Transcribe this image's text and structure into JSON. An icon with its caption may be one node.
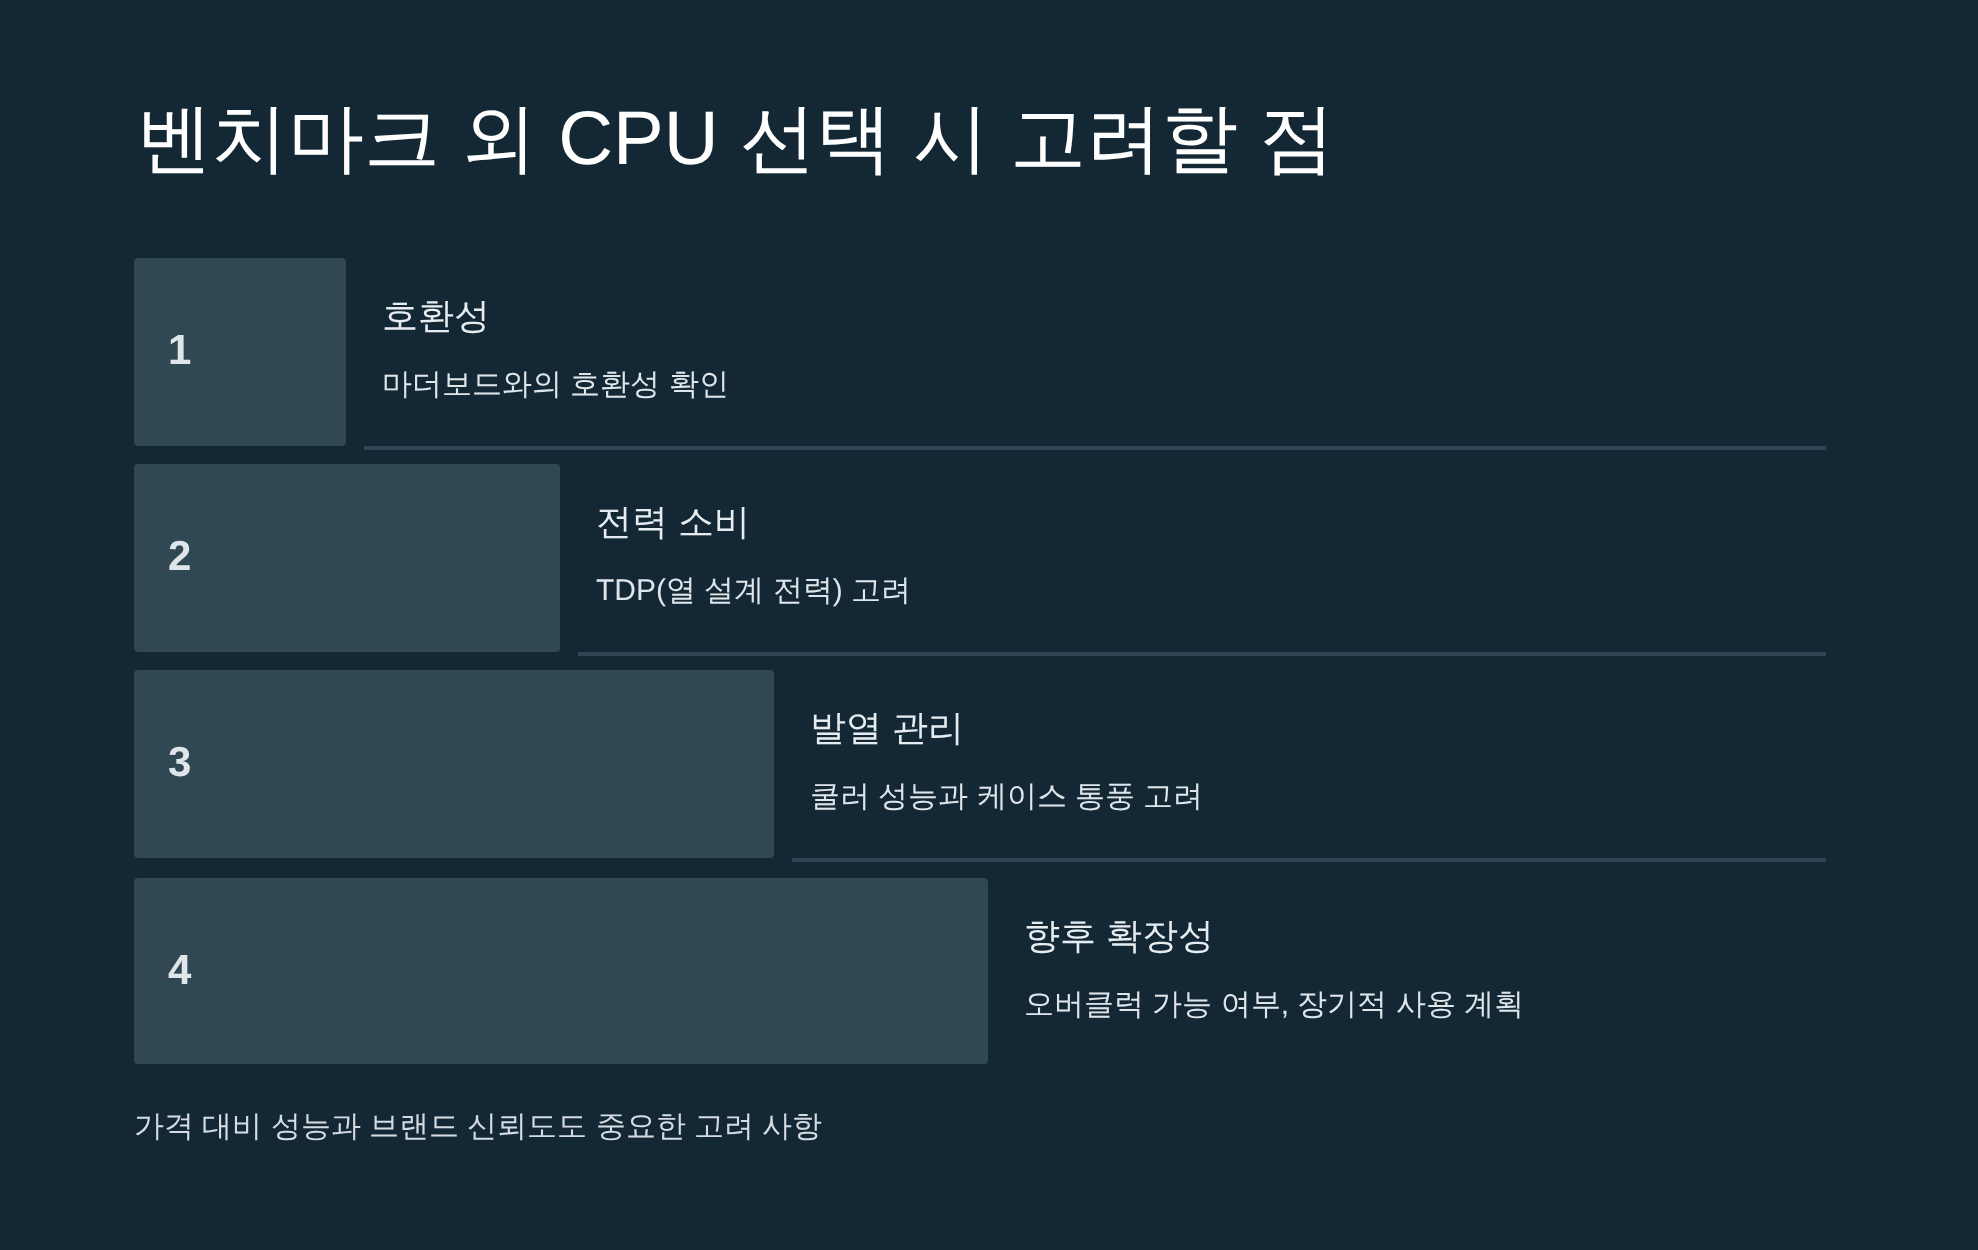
{
  "diagram": {
    "title": "벤치마크 외 CPU 선택 시 고려할 점",
    "nodes": [
      {
        "text": [
          "1"
        ],
        "beside": [
          "호환성",
          "마더보드와의 호환성 확인"
        ]
      },
      {
        "text": [
          "2"
        ],
        "beside": [
          "전력 소비",
          "TDP(열 설계 전력) 고려"
        ]
      },
      {
        "text": [
          "3"
        ],
        "beside": [
          "발열 관리",
          "쿨러 성능과 케이스 통풍 고려"
        ]
      },
      {
        "text": [
          "4"
        ],
        "beside": [
          "향후 확장성",
          "오버클럭 가능 여부, 장기적 사용 계획"
        ]
      }
    ],
    "caption": "가격 대비 성능과 브랜드 신뢰도도 중요한 고려 사항"
  }
}
